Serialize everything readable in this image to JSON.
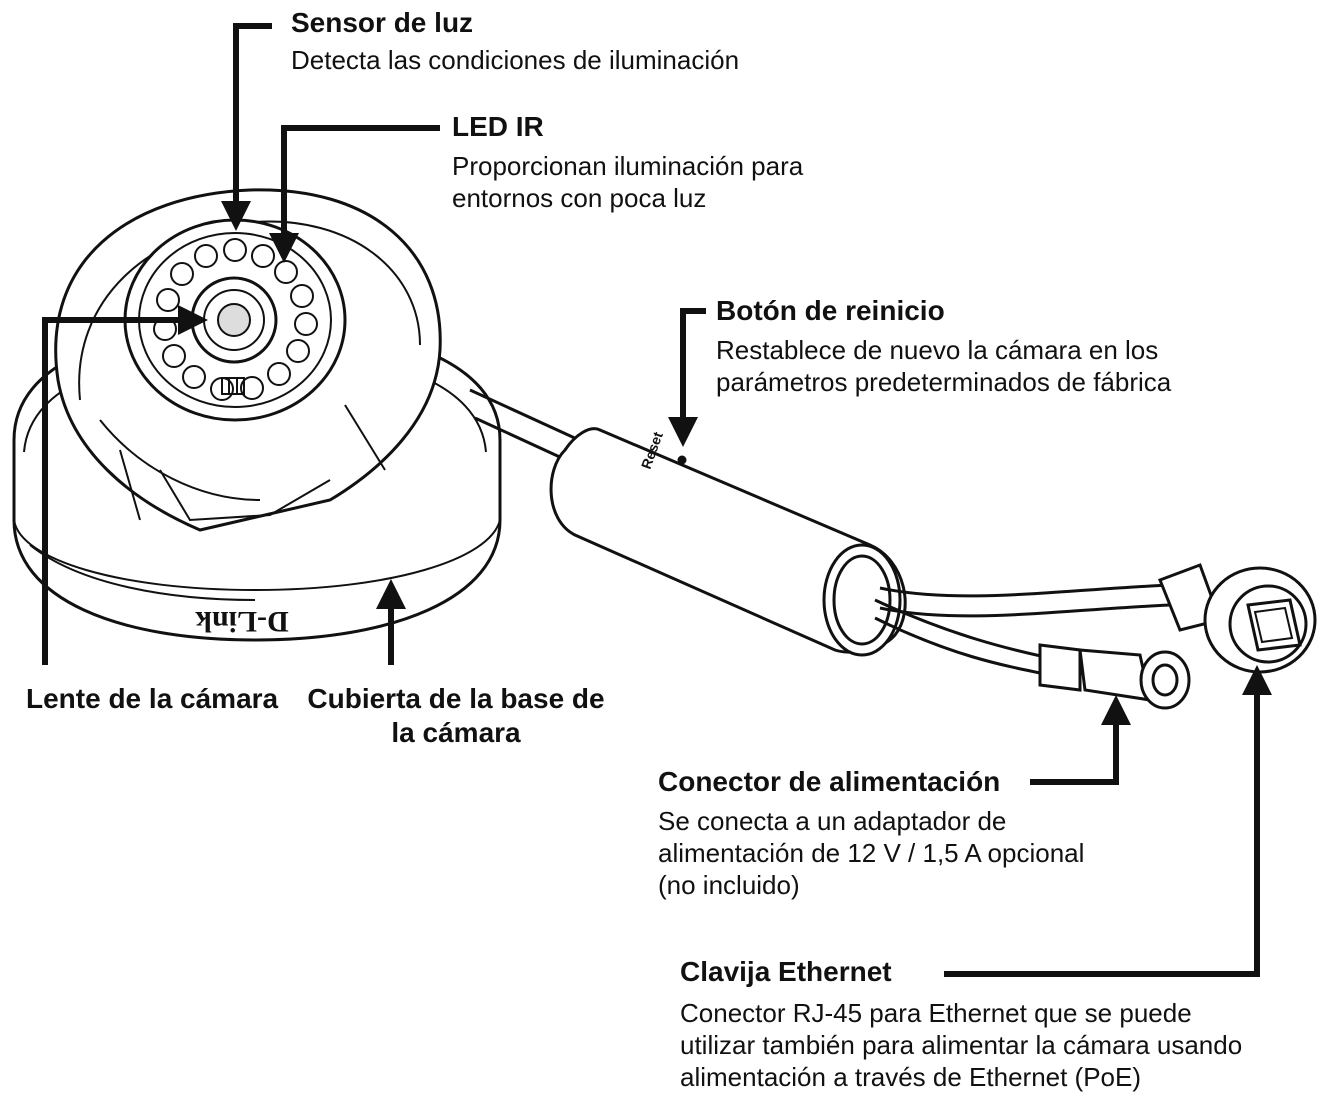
{
  "callouts": {
    "light_sensor": {
      "title": "Sensor de luz",
      "desc": [
        "Detecta las condiciones de iluminación"
      ]
    },
    "ir_led": {
      "title": "LED IR",
      "desc": [
        "Proporcionan iluminación para",
        "entornos con poca luz"
      ]
    },
    "reset_button": {
      "title": "Botón de reinicio",
      "desc": [
        "Restablece de nuevo la cámara en los",
        "parámetros predeterminados de fábrica"
      ]
    },
    "camera_lens": {
      "title": "Lente de la cámara"
    },
    "base_cover": {
      "title": [
        "Cubierta de la base de",
        "la cámara"
      ]
    },
    "power_connector": {
      "title": "Conector de alimentación",
      "desc": [
        "Se conecta a un adaptador de",
        "alimentación de 12 V / 1,5 A opcional",
        "(no incluido)"
      ]
    },
    "ethernet_jack": {
      "title": "Clavija Ethernet",
      "desc": [
        "Conector RJ-45 para Ethernet que se puede",
        "utilizar también para alimentar la cámara usando",
        "alimentación a través de Ethernet (PoE)"
      ]
    }
  },
  "product_marks": {
    "brand_logo": "D-Link",
    "reset_label": "Reset"
  }
}
